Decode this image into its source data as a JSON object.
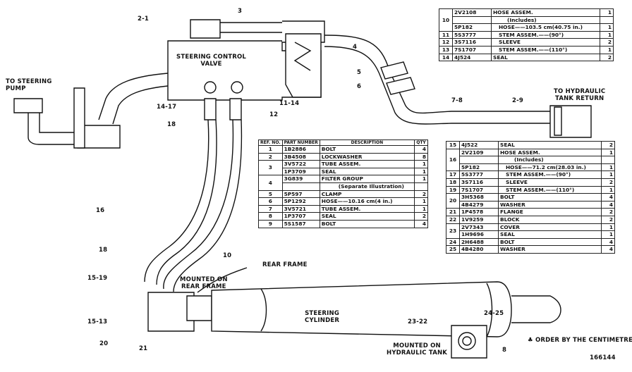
{
  "labels": {
    "to_steering_pump": "TO STEERING\nPUMP",
    "steering_control_valve": "STEERING CONTROL\nVALVE",
    "to_hydraulic_tank_return": "TO HYDRAULIC\nTANK RETURN",
    "rear_frame": "REAR FRAME",
    "mounted_on_rear_frame": "MOUNTED ON\nREAR FRAME",
    "steering_cylinder": "STEERING\nCYLINDER",
    "mounted_on_hydraulic_tank": "MOUNTED ON\nHYDRAULIC TANK",
    "order_note": "♣ ORDER BY THE CENTIMETRE",
    "figure_number": "166144"
  },
  "callouts": [
    "2-1",
    "3",
    "4",
    "5",
    "6",
    "7-8",
    "2-9",
    "14-17",
    "11-14",
    "18",
    "12",
    "16",
    "10",
    "18",
    "15-19",
    "15-13",
    "20",
    "21",
    "23-22",
    "24-25",
    "8"
  ],
  "top_table": {
    "rows": [
      {
        "ref": "10",
        "pn": "2V2108",
        "desc": "HOSE ASSEM.",
        "qty": "1"
      },
      {
        "ref": "",
        "pn": "",
        "desc": "(Includes)",
        "qty": ""
      },
      {
        "ref": "",
        "pn": "5P182",
        "desc": "HOSE——103.5 cm(40.75 in.)",
        "qty": "1"
      },
      {
        "ref": "11",
        "pn": "5S3777",
        "desc": "STEM ASSEM.——(90°)",
        "qty": "1"
      },
      {
        "ref": "12",
        "pn": "3S7116",
        "desc": "SLEEVE",
        "qty": "2"
      },
      {
        "ref": "13",
        "pn": "7S1707",
        "desc": "STEM ASSEM.——(110°)",
        "qty": "1"
      },
      {
        "ref": "14",
        "pn": "4J524",
        "desc": "SEAL",
        "qty": "2"
      }
    ]
  },
  "main_table": {
    "headers": [
      "REF. NO.",
      "PART NUMBER",
      "DESCRIPTION",
      "QTY"
    ],
    "rows": [
      {
        "ref": "1",
        "pn": "1B2886",
        "desc": "BOLT",
        "qty": "4"
      },
      {
        "ref": "2",
        "pn": "3B4508",
        "desc": "LOCKWASHER",
        "qty": "8"
      },
      {
        "ref": "3",
        "pn": "3V5722",
        "desc": "TUBE ASSEM.",
        "qty": "1"
      },
      {
        "ref": "",
        "pn": "1P3709",
        "desc": "SEAL",
        "qty": "1"
      },
      {
        "ref": "4",
        "pn": "3G839",
        "desc": "FILTER GROUP",
        "qty": "1"
      },
      {
        "ref": "",
        "pn": "",
        "desc": "(Separate Illustration)",
        "qty": ""
      },
      {
        "ref": "5",
        "pn": "5P597",
        "desc": "CLAMP",
        "qty": "2"
      },
      {
        "ref": "6",
        "pn": "5P1292",
        "desc": "HOSE——10.16 cm(4 in.)",
        "qty": "1"
      },
      {
        "ref": "7",
        "pn": "3V5721",
        "desc": "TUBE ASSEM.",
        "qty": "1"
      },
      {
        "ref": "8",
        "pn": "1P3707",
        "desc": "SEAL",
        "qty": "2"
      },
      {
        "ref": "9",
        "pn": "5S1587",
        "desc": "BOLT",
        "qty": "4"
      }
    ]
  },
  "bottom_table": {
    "rows": [
      {
        "ref": "15",
        "pn": "4J522",
        "desc": "SEAL",
        "qty": "2"
      },
      {
        "ref": "16",
        "pn": "2V2109",
        "desc": "HOSE ASSEM.",
        "qty": "1"
      },
      {
        "ref": "",
        "pn": "",
        "desc": "(Includes)",
        "qty": ""
      },
      {
        "ref": "",
        "pn": "5P182",
        "desc": "HOSE——71.2 cm(28.03 in.)",
        "qty": "1"
      },
      {
        "ref": "17",
        "pn": "5S3777",
        "desc": "STEM ASSEM.——(90°)",
        "qty": "1"
      },
      {
        "ref": "18",
        "pn": "3S7116",
        "desc": "SLEEVE",
        "qty": "2"
      },
      {
        "ref": "19",
        "pn": "7S1707",
        "desc": "STEM ASSEM.——(110°)",
        "qty": "1"
      },
      {
        "ref": "20",
        "pn": "3H5368",
        "desc": "BOLT",
        "qty": "4"
      },
      {
        "ref": "",
        "pn": "4B4279",
        "desc": "WASHER",
        "qty": "4"
      },
      {
        "ref": "21",
        "pn": "1P4578",
        "desc": "FLANGE",
        "qty": "2"
      },
      {
        "ref": "22",
        "pn": "1V9259",
        "desc": "BLOCK",
        "qty": "2"
      },
      {
        "ref": "23",
        "pn": "2V7343",
        "desc": "COVER",
        "qty": "1"
      },
      {
        "ref": "",
        "pn": "1H9696",
        "desc": "SEAL",
        "qty": "1"
      },
      {
        "ref": "24",
        "pn": "2H6488",
        "desc": "BOLT",
        "qty": "4"
      },
      {
        "ref": "25",
        "pn": "4B4280",
        "desc": "WASHER",
        "qty": "4"
      }
    ]
  }
}
